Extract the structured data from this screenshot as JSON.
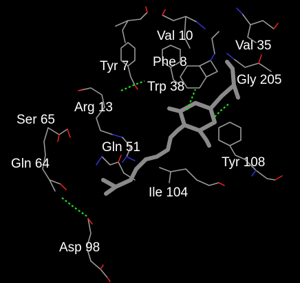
{
  "colors": {
    "background": "#000000",
    "carbon": "#9a9a9a",
    "oxygen": "#e02020",
    "nitrogen": "#3030c8",
    "fluorine": "#7fd8e0",
    "chlorine": "#2ecc40",
    "hbond": "#22dd22",
    "label": "#ffffff"
  },
  "residue_labels": [
    "Val 10",
    "Val 35",
    "Tyr 7",
    "Phe 8",
    "Gly 205",
    "Trp 38",
    "Arg 13",
    "Ser 65",
    "Gln 51",
    "Gln 64",
    "Tyr 108",
    "Ile 104",
    "Asp 98"
  ]
}
